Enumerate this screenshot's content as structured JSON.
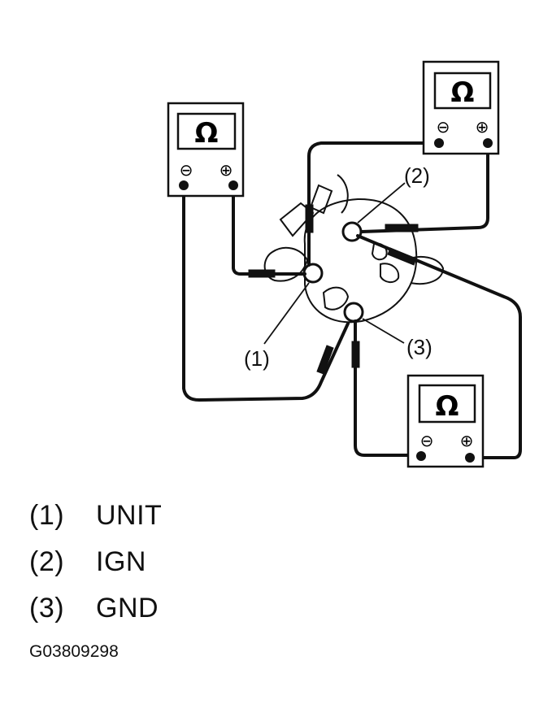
{
  "meters": [
    {
      "name": "meter-left",
      "symbol": "Ω",
      "neg": "⊖",
      "pos": "⊕"
    },
    {
      "name": "meter-top-right",
      "symbol": "Ω",
      "neg": "⊖",
      "pos": "⊕"
    },
    {
      "name": "meter-bottom",
      "symbol": "Ω",
      "neg": "⊖",
      "pos": "⊕"
    }
  ],
  "callouts": {
    "c1": "(1)",
    "c2": "(2)",
    "c3": "(3)"
  },
  "legend": [
    {
      "num": "(1)",
      "label": "UNIT"
    },
    {
      "num": "(2)",
      "label": "IGN"
    },
    {
      "num": "(3)",
      "label": "GND"
    }
  ],
  "figure_code": "G03809298"
}
